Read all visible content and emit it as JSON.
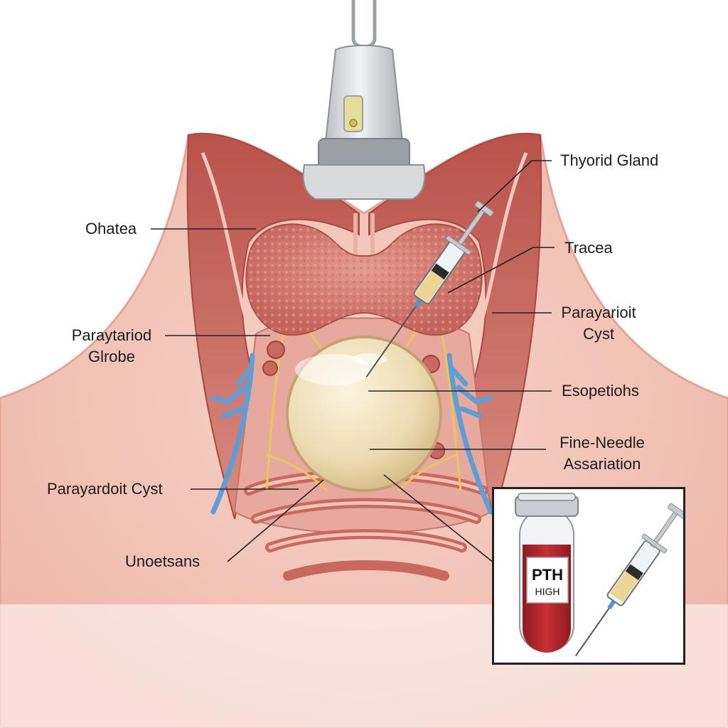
{
  "labels": {
    "thyroid_gland": "Thyorid Gland",
    "ohatea": "Ohatea",
    "tracea": "Tracea",
    "parayarioit_cyst_line1": "Parayarioit",
    "parayarioit_cyst_line2": "Cyst",
    "paraytariod_globe_line1": "Paraytariod",
    "paraytariod_globe_line2": "Glrobe",
    "esopetiohs": "Esopetiohs",
    "fine_needle_line1": "Fine-Needle",
    "fine_needle_line2": "Assariation",
    "parayardoit_cyst": "Parayardoit Cyst",
    "unoetsans": "Unoetsans"
  },
  "inset": {
    "tube_label_line1": "PTH",
    "tube_label_line2": "HIGH"
  },
  "colors": {
    "skin": "#f2c2b5",
    "muscle": "#c8685e",
    "thyroid": "#d77e76",
    "cyst": "#efe2bc",
    "nerve": "#e8c75a",
    "vessel": "#5b9fd6",
    "blood": "#b3272c"
  }
}
